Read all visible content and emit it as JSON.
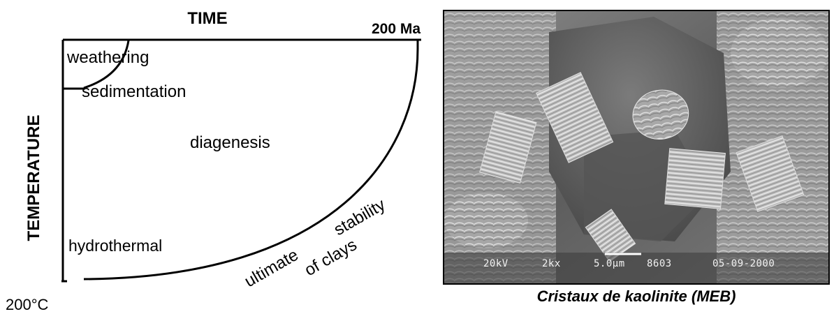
{
  "diagram": {
    "top_axis_label": "TIME",
    "top_right_label": "200 Ma",
    "left_axis_label": "TEMPERATURE",
    "bottom_left_label": "200°C",
    "regions": {
      "weathering": "weathering",
      "sedimentation": "sedimentation",
      "diagenesis": "diagenesis",
      "hydrothermal": "hydrothermal"
    },
    "boundary_label": {
      "word1": "ultimate",
      "word2": "stability",
      "line2": "of clays"
    }
  },
  "sem_image": {
    "info_bar": {
      "voltage": "20kV",
      "magnification": "2kx",
      "scale": "5.0µm",
      "image_number": "8603",
      "date": "05-09-2000"
    },
    "caption": "Cristaux de kaolinite (MEB)"
  }
}
